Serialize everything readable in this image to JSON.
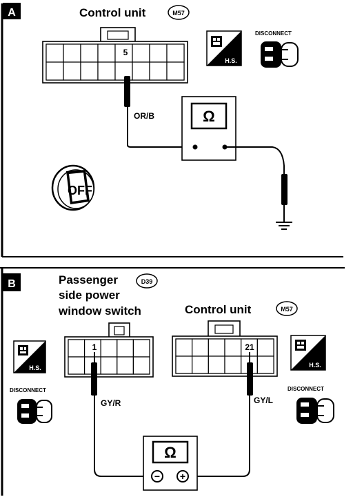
{
  "panel_a": {
    "letter": "A",
    "control_unit_label": "Control unit",
    "control_unit_code": "M57",
    "pin_number": "5",
    "wire_color": "OR/B",
    "meter_symbol": "Ω",
    "hs_label": "H.S.",
    "disconnect_label": "DISCONNECT",
    "ignition_label": "OFF"
  },
  "panel_b": {
    "letter": "B",
    "switch_label_line1": "Passenger",
    "switch_label_line2": "side power",
    "switch_label_line3": "window switch",
    "switch_code": "D39",
    "control_unit_label": "Control unit",
    "control_unit_code": "M57",
    "switch_pin": "1",
    "control_unit_pin": "21",
    "wire_left": "GY/R",
    "wire_right": "GY/L",
    "meter_symbol": "Ω",
    "meter_minus": "−",
    "meter_plus": "+",
    "hs_label_left": "H.S.",
    "hs_label_right": "H.S.",
    "disconnect_left": "DISCONNECT",
    "disconnect_right": "DISCONNECT"
  }
}
